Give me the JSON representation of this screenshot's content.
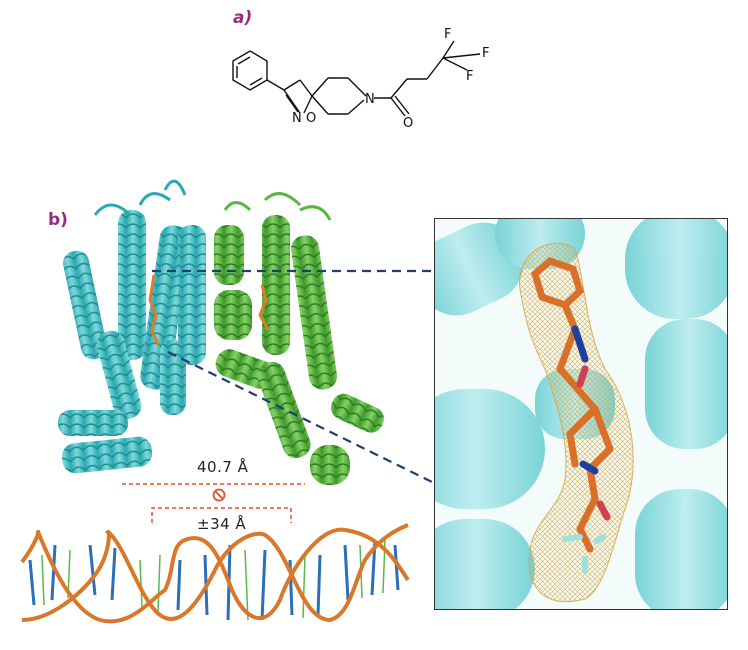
{
  "figure": {
    "panel_a": {
      "label": "a)",
      "molecule": {
        "atoms": {
          "n1": "N",
          "o1": "O",
          "n2": "N",
          "o2": "O",
          "f1": "F",
          "f2": "F",
          "f3": "F"
        },
        "description": "phenyl-isoxazoline spiro-piperidine amide with trifluorobutanoyl group"
      }
    },
    "panel_b": {
      "label": "b)",
      "distance_top": "40.7 Å",
      "distance_bottom": "±34 Å",
      "mismatch_icon": "prohibited-icon",
      "colors": {
        "chain_a": "#3bbfc4",
        "chain_b": "#5bb543",
        "ligand": "#e07b2a",
        "dashed_line": "#1f3f74",
        "distance_line": "#e0502a",
        "dna_backbone": "#d9782a",
        "label": "#9b2a7f"
      }
    }
  }
}
